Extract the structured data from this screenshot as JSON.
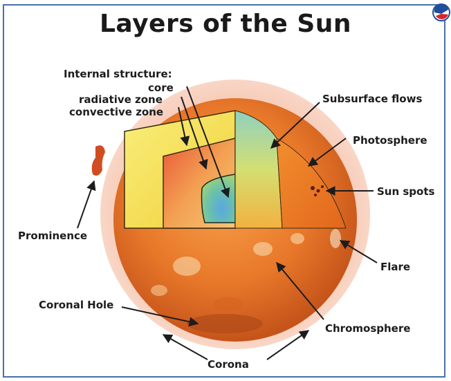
{
  "title": "Layers of the Sun",
  "labels": {
    "internal_structure": "Internal structure:",
    "core": "core",
    "radiative_zone": "radiative zone",
    "convective_zone": "convective zone",
    "subsurface_flows": "Subsurface flows",
    "photosphere": "Photosphere",
    "sun_spots": "Sun spots",
    "prominence": "Prominence",
    "flare": "Flare",
    "coronal_hole": "Coronal Hole",
    "chromosphere": "Chromosphere",
    "corona": "Corona"
  },
  "colors": {
    "frame": "#4a6fa8",
    "corona_halo": "#f6c7b2",
    "sun_surface": "#e67a28",
    "convective": "#f5e15a",
    "radiative": "#e8603a",
    "core": "#5fb8c9"
  }
}
